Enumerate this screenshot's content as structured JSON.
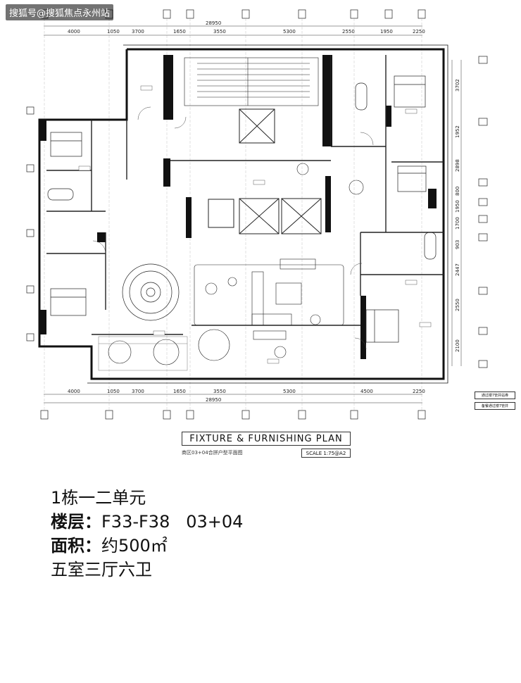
{
  "watermark": "搜狐号@搜狐焦点永州站",
  "dimensions": {
    "top_segments": [
      "4000",
      "1050",
      "3700",
      "1650",
      "3550",
      "5300",
      "2550",
      "1950",
      "2250"
    ],
    "top_total": "28950",
    "bottom_segments": [
      "4000",
      "1050",
      "3700",
      "1650",
      "3550",
      "5300",
      "4500",
      "2250"
    ],
    "bottom_total": "28950",
    "right_segments": [
      "3702",
      "1952",
      "2898",
      "800",
      "1950",
      "1700",
      "903",
      "2447",
      "2550",
      "2100"
    ]
  },
  "plan": {
    "title": "FIXTURE & FURNISHING PLAN",
    "subtitle": "商区03+04合拼户型平面图",
    "scale": "SCALE 1:75@A2"
  },
  "legend": {
    "item1": "通过楼7管井站券",
    "item2": "备餐通过楼7管井"
  },
  "info": {
    "building": "1栋一二单元",
    "floor_label": "楼层：",
    "floor_value": "F33-F38   03+04",
    "area_label": "面积：",
    "area_value": "约500㎡",
    "layout": "五室三厅六卫"
  }
}
